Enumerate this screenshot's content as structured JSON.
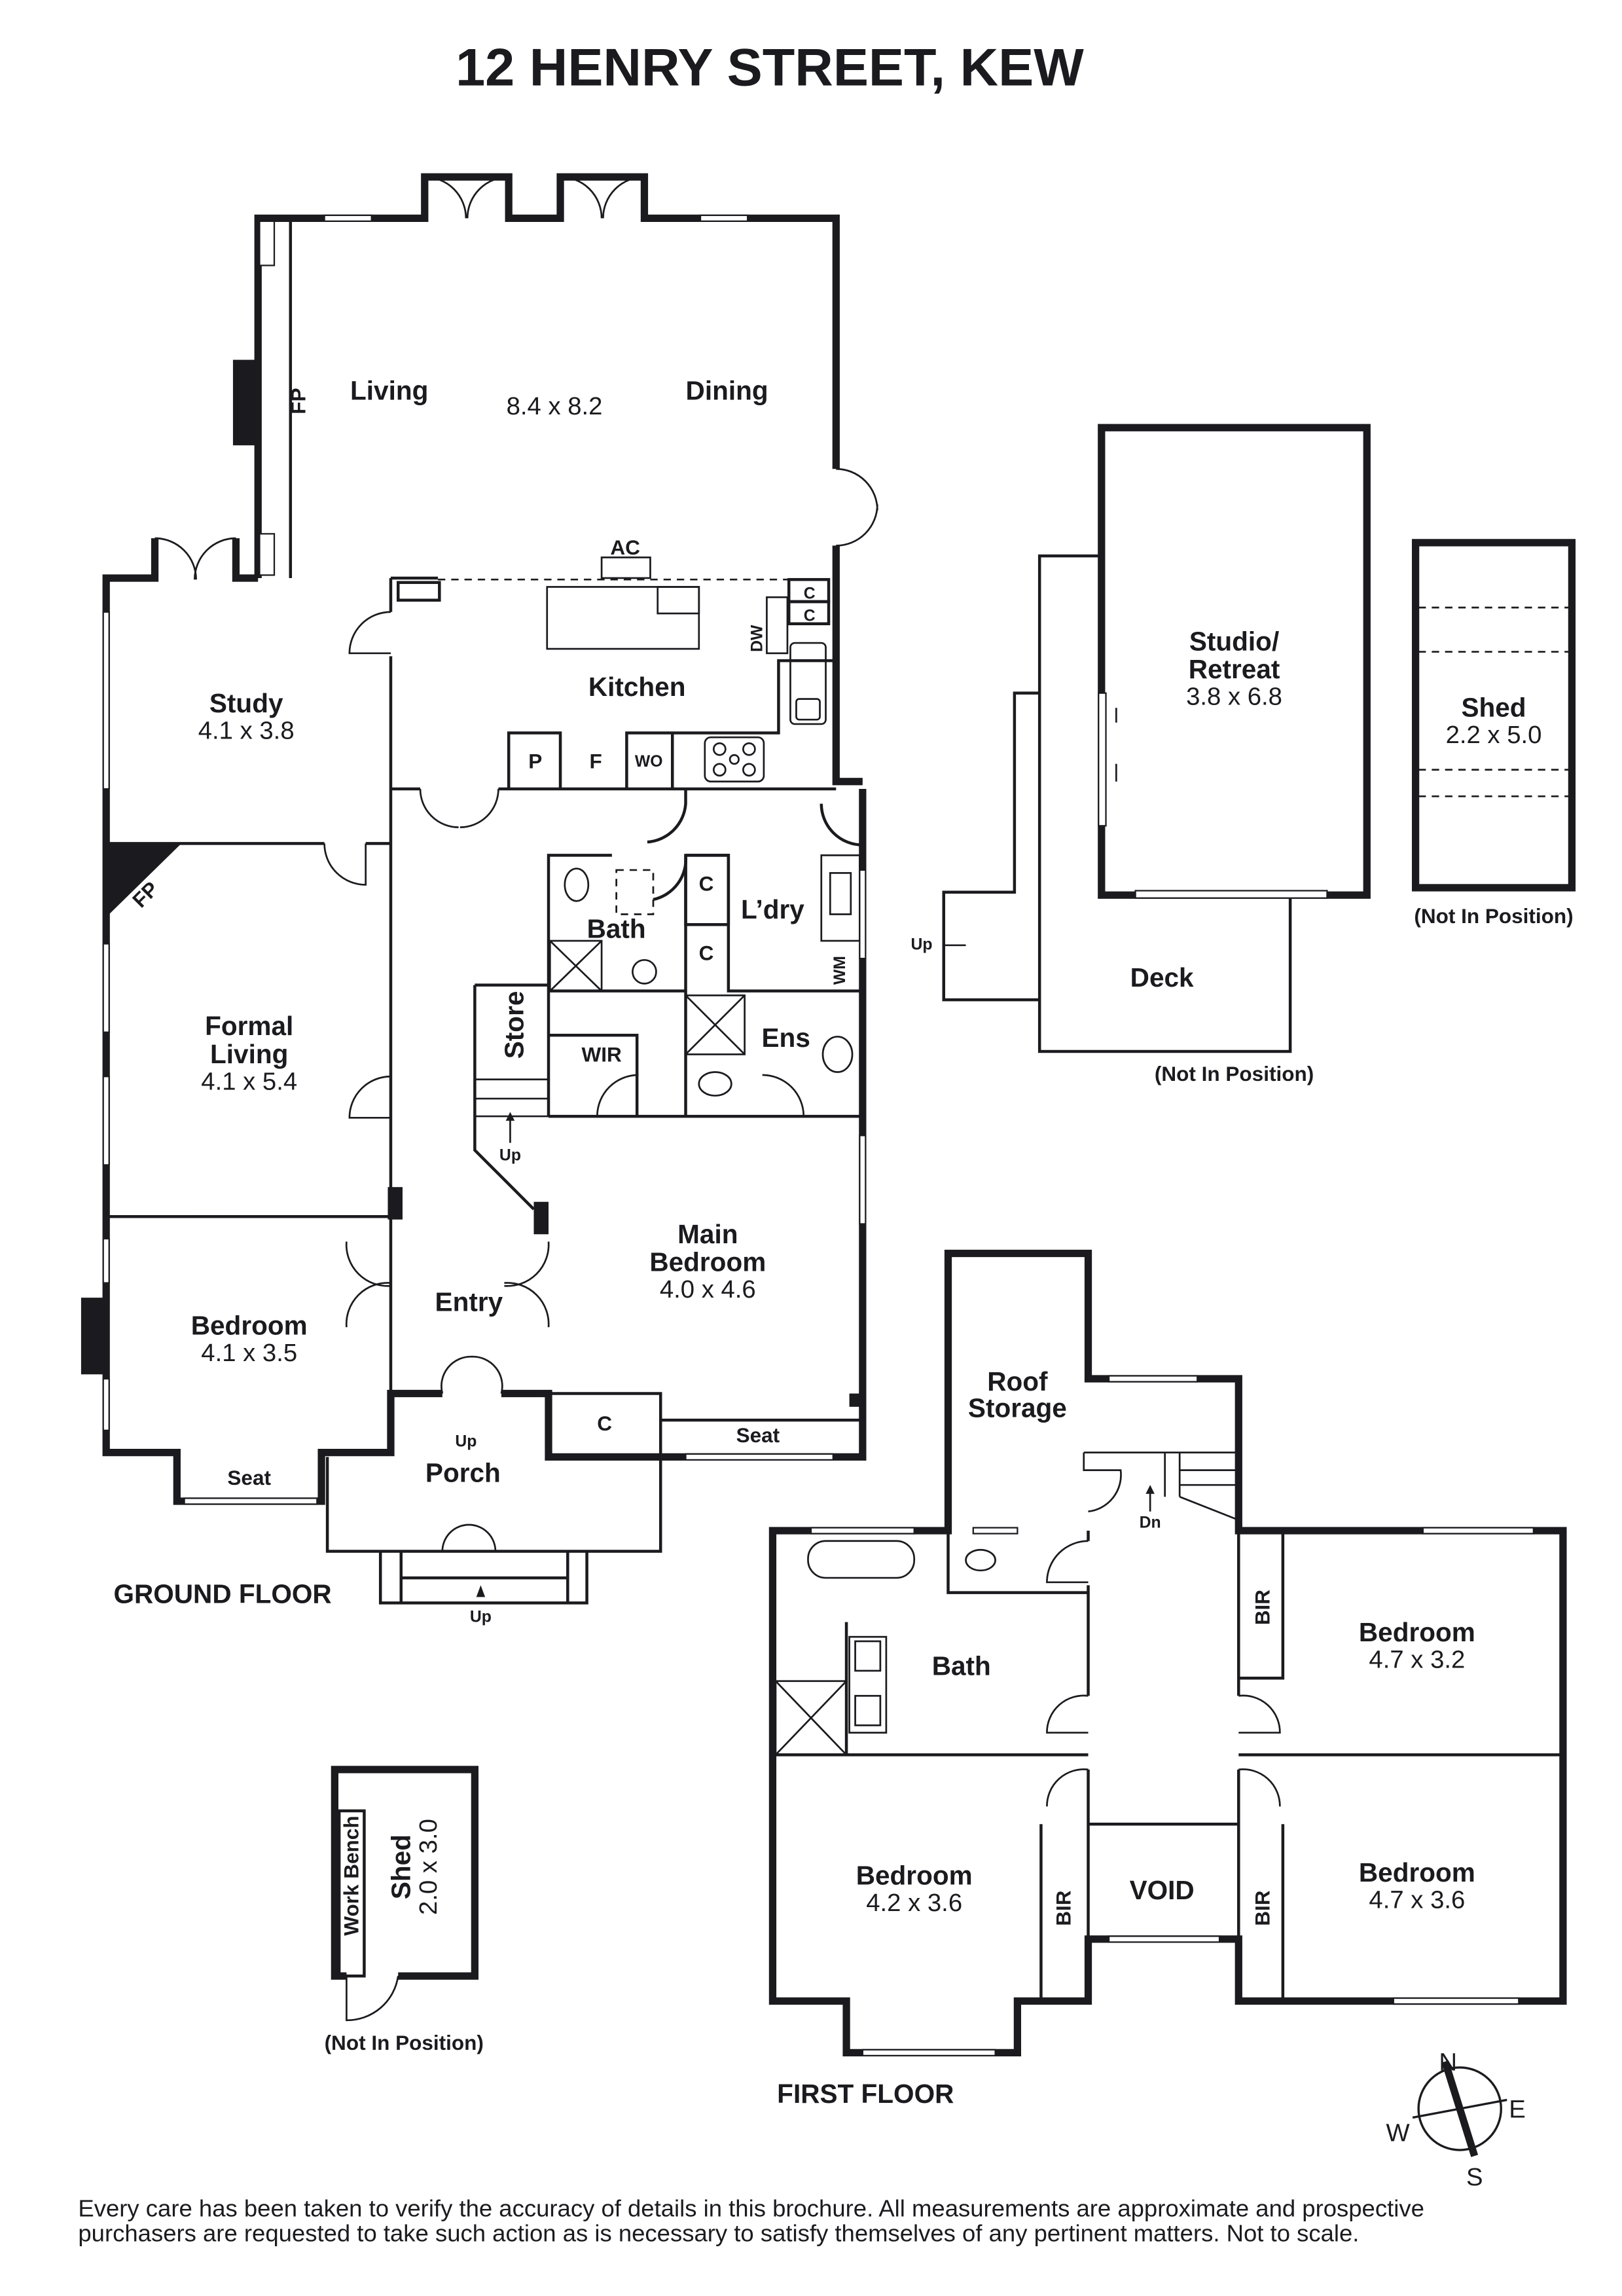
{
  "title": "12 HENRY STREET, KEW",
  "ground_floor": {
    "label": "GROUND FLOOR",
    "rooms": {
      "living": {
        "label": "Living"
      },
      "living_dining_dims": "8.4 x 8.2",
      "dining": {
        "label": "Dining"
      },
      "study": {
        "label": "Study",
        "dims": "4.1 x 3.8"
      },
      "kitchen": {
        "label": "Kitchen"
      },
      "formal_living": {
        "label1": "Formal",
        "label2": "Living",
        "dims": "4.1 x 5.4"
      },
      "bedroom": {
        "label": "Bedroom",
        "dims": "4.1 x 3.5"
      },
      "entry": {
        "label": "Entry"
      },
      "porch": {
        "label": "Porch"
      },
      "bath": {
        "label": "Bath"
      },
      "laundry": {
        "label": "L’dry"
      },
      "ensuite": {
        "label": "Ens"
      },
      "wir": {
        "label": "WIR"
      },
      "store": {
        "label": "Store"
      },
      "main_bedroom": {
        "label1": "Main",
        "label2": "Bedroom",
        "dims": "4.0 x 4.6"
      }
    },
    "annotations": {
      "fp_living": "FP",
      "fp_formal": "FP",
      "ac": "AC",
      "dw": "DW",
      "c1": "C",
      "c2": "C",
      "c3": "C",
      "c4": "C",
      "c5": "C",
      "pantry": "P",
      "fridge": "F",
      "wall_oven": "WO",
      "wm": "WM",
      "seat_bedroom": "Seat",
      "seat_main": "Seat",
      "up_stairs": "Up",
      "up_porch": "Up",
      "up_step": "Up"
    }
  },
  "outbuildings": {
    "studio": {
      "label1": "Studio/",
      "label2": "Retreat",
      "dims": "3.8 x 6.8"
    },
    "deck": {
      "label": "Deck",
      "note": "(Not In Position)",
      "up": "Up"
    },
    "shed_large": {
      "label": "Shed",
      "dims": "2.2 x 5.0",
      "note": "(Not In Position)"
    },
    "shed_small": {
      "label": "Shed",
      "dims": "2.0 x 3.0",
      "bench": "Work Bench",
      "note": "(Not In Position)"
    }
  },
  "first_floor": {
    "label": "FIRST FLOOR",
    "rooms": {
      "roof_storage": {
        "label1": "Roof",
        "label2": "Storage"
      },
      "bath": {
        "label": "Bath"
      },
      "bedroom_ne": {
        "label": "Bedroom",
        "dims": "4.7 x 3.2"
      },
      "bedroom_sw": {
        "label": "Bedroom",
        "dims": "4.2 x 3.6"
      },
      "bedroom_se": {
        "label": "Bedroom",
        "dims": "4.7 x 3.6"
      },
      "void": {
        "label": "VOID"
      },
      "bir1": "BIR",
      "bir2": "BIR",
      "bir3": "BIR",
      "dn": "Dn"
    }
  },
  "compass": {
    "n": "N",
    "e": "E",
    "s": "S",
    "w": "W"
  },
  "disclaimer": {
    "line1": "Every care has been taken to verify the accuracy of details in this brochure. All measurements are approximate and prospective",
    "line2": "purchasers are requested to take such action as is necessary to satisfy themselves of any pertinent matters. Not to scale."
  },
  "colors": {
    "ink": "#1b1b1f",
    "background": "#ffffff"
  }
}
